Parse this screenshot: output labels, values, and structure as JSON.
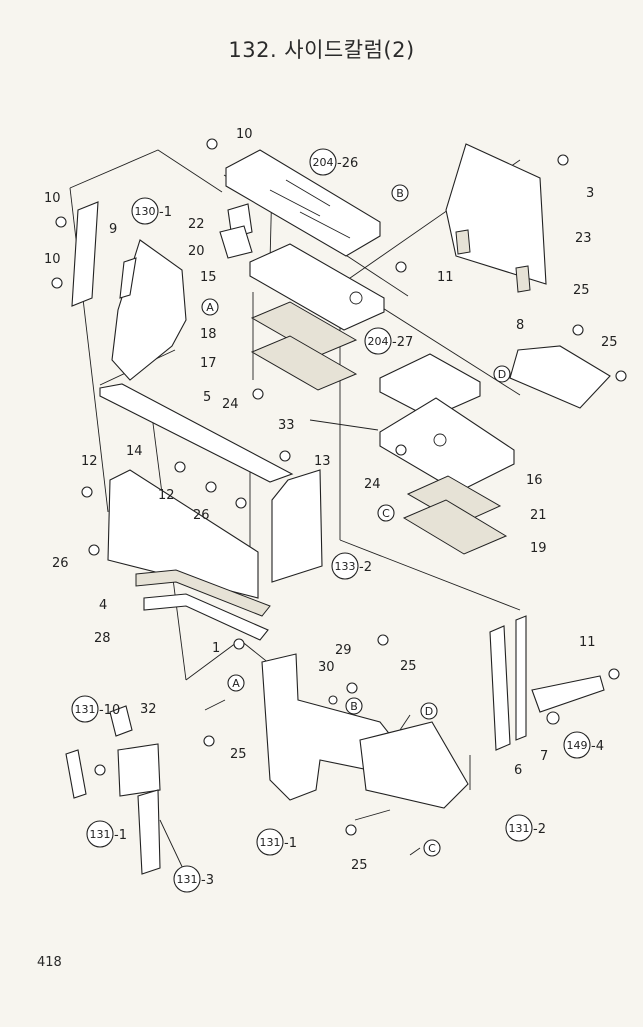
{
  "title": "132. 사이드칼럼(2)",
  "page_number": "418",
  "callouts": {
    "p204_26_prefix": "204",
    "p204_26_suffix": "-26",
    "p204_27_prefix": "204",
    "p204_27_suffix": "-27",
    "p130_1_prefix": "130",
    "p130_1_suffix": "-1",
    "p133_2_prefix": "133",
    "p133_2_suffix": "-2",
    "p131_10_prefix": "131",
    "p131_10_suffix": "-10",
    "p131_1a_prefix": "131",
    "p131_1a_suffix": "-1",
    "p131_1b_prefix": "131",
    "p131_1b_suffix": "-1",
    "p131_2_prefix": "131",
    "p131_2_suffix": "-2",
    "p131_3_prefix": "131",
    "p131_3_suffix": "-3",
    "p149_4_prefix": "149",
    "p149_4_suffix": "-4"
  },
  "refs": {
    "A": "A",
    "B": "B",
    "C": "C",
    "D": "D"
  },
  "labels": {
    "n10a": "10",
    "n10b": "10",
    "n10c": "10",
    "n3": "3",
    "n23": "23",
    "n9": "9",
    "n22": "22",
    "n20": "20",
    "n15": "15",
    "n11a": "11",
    "n11b": "11",
    "n18": "18",
    "n17": "17",
    "n24a": "24",
    "n24b": "24",
    "n25a": "25",
    "n25b": "25",
    "n25c": "25",
    "n25d": "25",
    "n25e": "25",
    "n8": "8",
    "n5": "5",
    "n33": "33",
    "n13": "13",
    "n12a": "12",
    "n12b": "12",
    "n14": "14",
    "n26a": "26",
    "n26b": "26",
    "n16": "16",
    "n21": "21",
    "n19": "19",
    "n4": "4",
    "n28": "28",
    "n1": "1",
    "n29": "29",
    "n30": "30",
    "n32": "32",
    "n7": "7",
    "n6": "6"
  }
}
